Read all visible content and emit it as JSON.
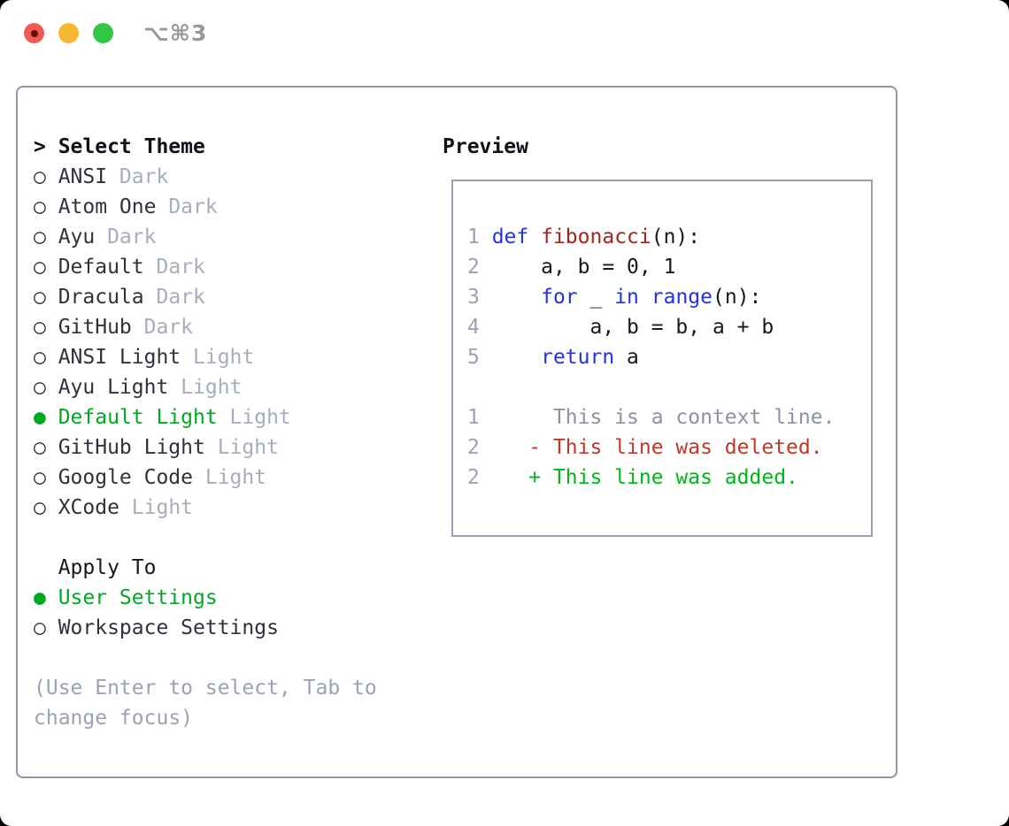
{
  "window": {
    "shortcut": "⌥⌘3"
  },
  "colors": {
    "accent_green": "#00a824",
    "diff_deleted_red": "#c2362a",
    "diff_added_green": "#00b618",
    "keyword_blue": "#2032e4",
    "function_red": "#a5231a",
    "badge_gray": "#a6aebc",
    "border_gray": "#8f97a4"
  },
  "theme_panel": {
    "prefix": ">",
    "title": "Select Theme",
    "bullet_unselected": "○",
    "bullet_selected": "●",
    "themes": [
      {
        "name": "ANSI",
        "badge": "Dark",
        "selected": false
      },
      {
        "name": "Atom One",
        "badge": "Dark",
        "selected": false
      },
      {
        "name": "Ayu",
        "badge": "Dark",
        "selected": false
      },
      {
        "name": "Default",
        "badge": "Dark",
        "selected": false
      },
      {
        "name": "Dracula",
        "badge": "Dark",
        "selected": false
      },
      {
        "name": "GitHub",
        "badge": "Dark",
        "selected": false
      },
      {
        "name": "ANSI Light",
        "badge": "Light",
        "selected": false
      },
      {
        "name": "Ayu Light",
        "badge": "Light",
        "selected": false
      },
      {
        "name": "Default Light",
        "badge": "Light",
        "selected": true
      },
      {
        "name": "GitHub Light",
        "badge": "Light",
        "selected": false
      },
      {
        "name": "Google Code",
        "badge": "Light",
        "selected": false
      },
      {
        "name": "XCode",
        "badge": "Light",
        "selected": false
      }
    ],
    "apply_to": {
      "title": "Apply To",
      "options": [
        {
          "name": "User Settings",
          "selected": true
        },
        {
          "name": "Workspace Settings",
          "selected": false
        }
      ]
    },
    "hint": {
      "line1": "(Use Enter to select, Tab to",
      "line2": "change focus)"
    }
  },
  "preview": {
    "title": "Preview",
    "lines": [
      {
        "segments": [
          {
            "t": "1 ",
            "c": "num"
          },
          {
            "t": "def",
            "c": "kw"
          },
          {
            "t": " ",
            "c": "plain"
          },
          {
            "t": "fibonacci",
            "c": "fn"
          },
          {
            "t": "(n):",
            "c": "plain"
          }
        ]
      },
      {
        "segments": [
          {
            "t": "2 ",
            "c": "num"
          },
          {
            "t": "    a, b = 0, 1",
            "c": "plain"
          }
        ]
      },
      {
        "segments": [
          {
            "t": "3 ",
            "c": "num"
          },
          {
            "t": "    ",
            "c": "plain"
          },
          {
            "t": "for",
            "c": "kw"
          },
          {
            "t": " _ ",
            "c": "plain"
          },
          {
            "t": "in",
            "c": "kw"
          },
          {
            "t": " ",
            "c": "plain"
          },
          {
            "t": "range",
            "c": "kw"
          },
          {
            "t": "(n):",
            "c": "plain"
          }
        ]
      },
      {
        "segments": [
          {
            "t": "4 ",
            "c": "num"
          },
          {
            "t": "        a, b = b, a + b",
            "c": "plain"
          }
        ]
      },
      {
        "segments": [
          {
            "t": "5 ",
            "c": "num"
          },
          {
            "t": "    ",
            "c": "plain"
          },
          {
            "t": "return",
            "c": "kw"
          },
          {
            "t": " a",
            "c": "plain"
          }
        ]
      },
      {
        "segments": []
      },
      {
        "segments": [
          {
            "t": "1",
            "c": "num"
          },
          {
            "t": "      This is a context line.",
            "c": "ctx"
          }
        ]
      },
      {
        "segments": [
          {
            "t": "2",
            "c": "num"
          },
          {
            "t": "    ",
            "c": "plain"
          },
          {
            "t": "- This line was deleted.",
            "c": "del"
          }
        ]
      },
      {
        "segments": [
          {
            "t": "2",
            "c": "num"
          },
          {
            "t": "    ",
            "c": "plain"
          },
          {
            "t": "+ This line was added.",
            "c": "add"
          }
        ]
      }
    ]
  }
}
